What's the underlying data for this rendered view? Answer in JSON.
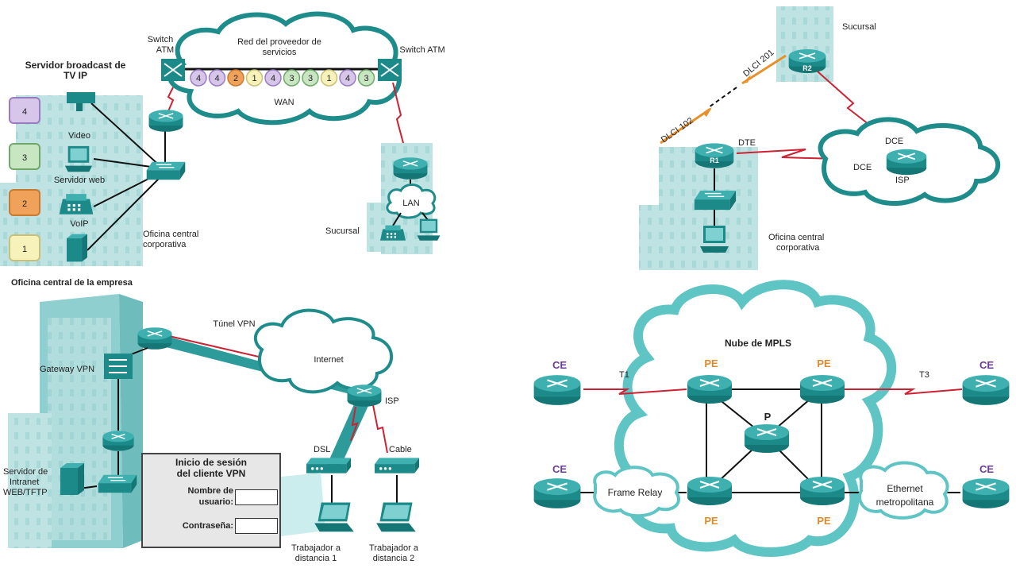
{
  "q1": {
    "title_line1": "Servidor broadcast de",
    "title_line2": "TV IP",
    "queue_boxes": [
      "4",
      "3",
      "2",
      "1"
    ],
    "queue_colors": [
      "#d7c6ea",
      "#c9e6c2",
      "#f0a25a",
      "#f7f2b9"
    ],
    "video": "Video",
    "web": "Servidor web",
    "voip": "VoIP",
    "hq_line1": "Oficina central",
    "hq_line2": "corporativa",
    "switch_atm_left_1": "Switch",
    "switch_atm_left_2": "ATM",
    "switch_atm_right": "Switch ATM",
    "cloud_line1": "Red del proveedor de",
    "cloud_line2": "servicios",
    "wan": "WAN",
    "cells": [
      "4",
      "4",
      "2",
      "1",
      "4",
      "3",
      "3",
      "1",
      "4",
      "3"
    ],
    "lan": "LAN",
    "branch": "Sucursal"
  },
  "q2": {
    "branch": "Sucursal",
    "r2": "R2",
    "r1": "R1",
    "dlci201": "DLCI 201",
    "dlci102": "DLCI 102",
    "dte": "DTE",
    "dce1": "DCE",
    "dce2": "DCE",
    "isp": "ISP",
    "hq_line1": "Oficina central",
    "hq_line2": "corporativa"
  },
  "q3": {
    "title": "Oficina central de la empresa",
    "tunnel": "Túnel VPN",
    "internet": "Internet",
    "gateway": "Gateway VPN",
    "isp": "ISP",
    "server_1": "Servidor de",
    "server_2": "Intranet",
    "server_3": "WEB/TFTP",
    "dsl": "DSL",
    "cable": "Cable",
    "worker1_1": "Trabajador a",
    "worker1_2": "distancia 1",
    "worker2_1": "Trabajador a",
    "worker2_2": "distancia 2",
    "vpn_title_1": "Inicio de sesión",
    "vpn_title_2": "del cliente VPN",
    "user_label_1": "Nombre de",
    "user_label_2": "usuario:",
    "pass_label": "Contraseña:"
  },
  "q4": {
    "cloud": "Nube de MPLS",
    "ce": "CE",
    "pe": "PE",
    "p": "P",
    "t1": "T1",
    "t3": "T3",
    "frame_relay": "Frame Relay",
    "ethernet_1": "Ethernet",
    "ethernet_2": "metropolitana"
  },
  "colors": {
    "teal": "#1f8c8c",
    "teal_light": "#5fc4c4",
    "building": "#bfe3e3",
    "red_link": "#cc2233",
    "orange": "#e8902a"
  }
}
